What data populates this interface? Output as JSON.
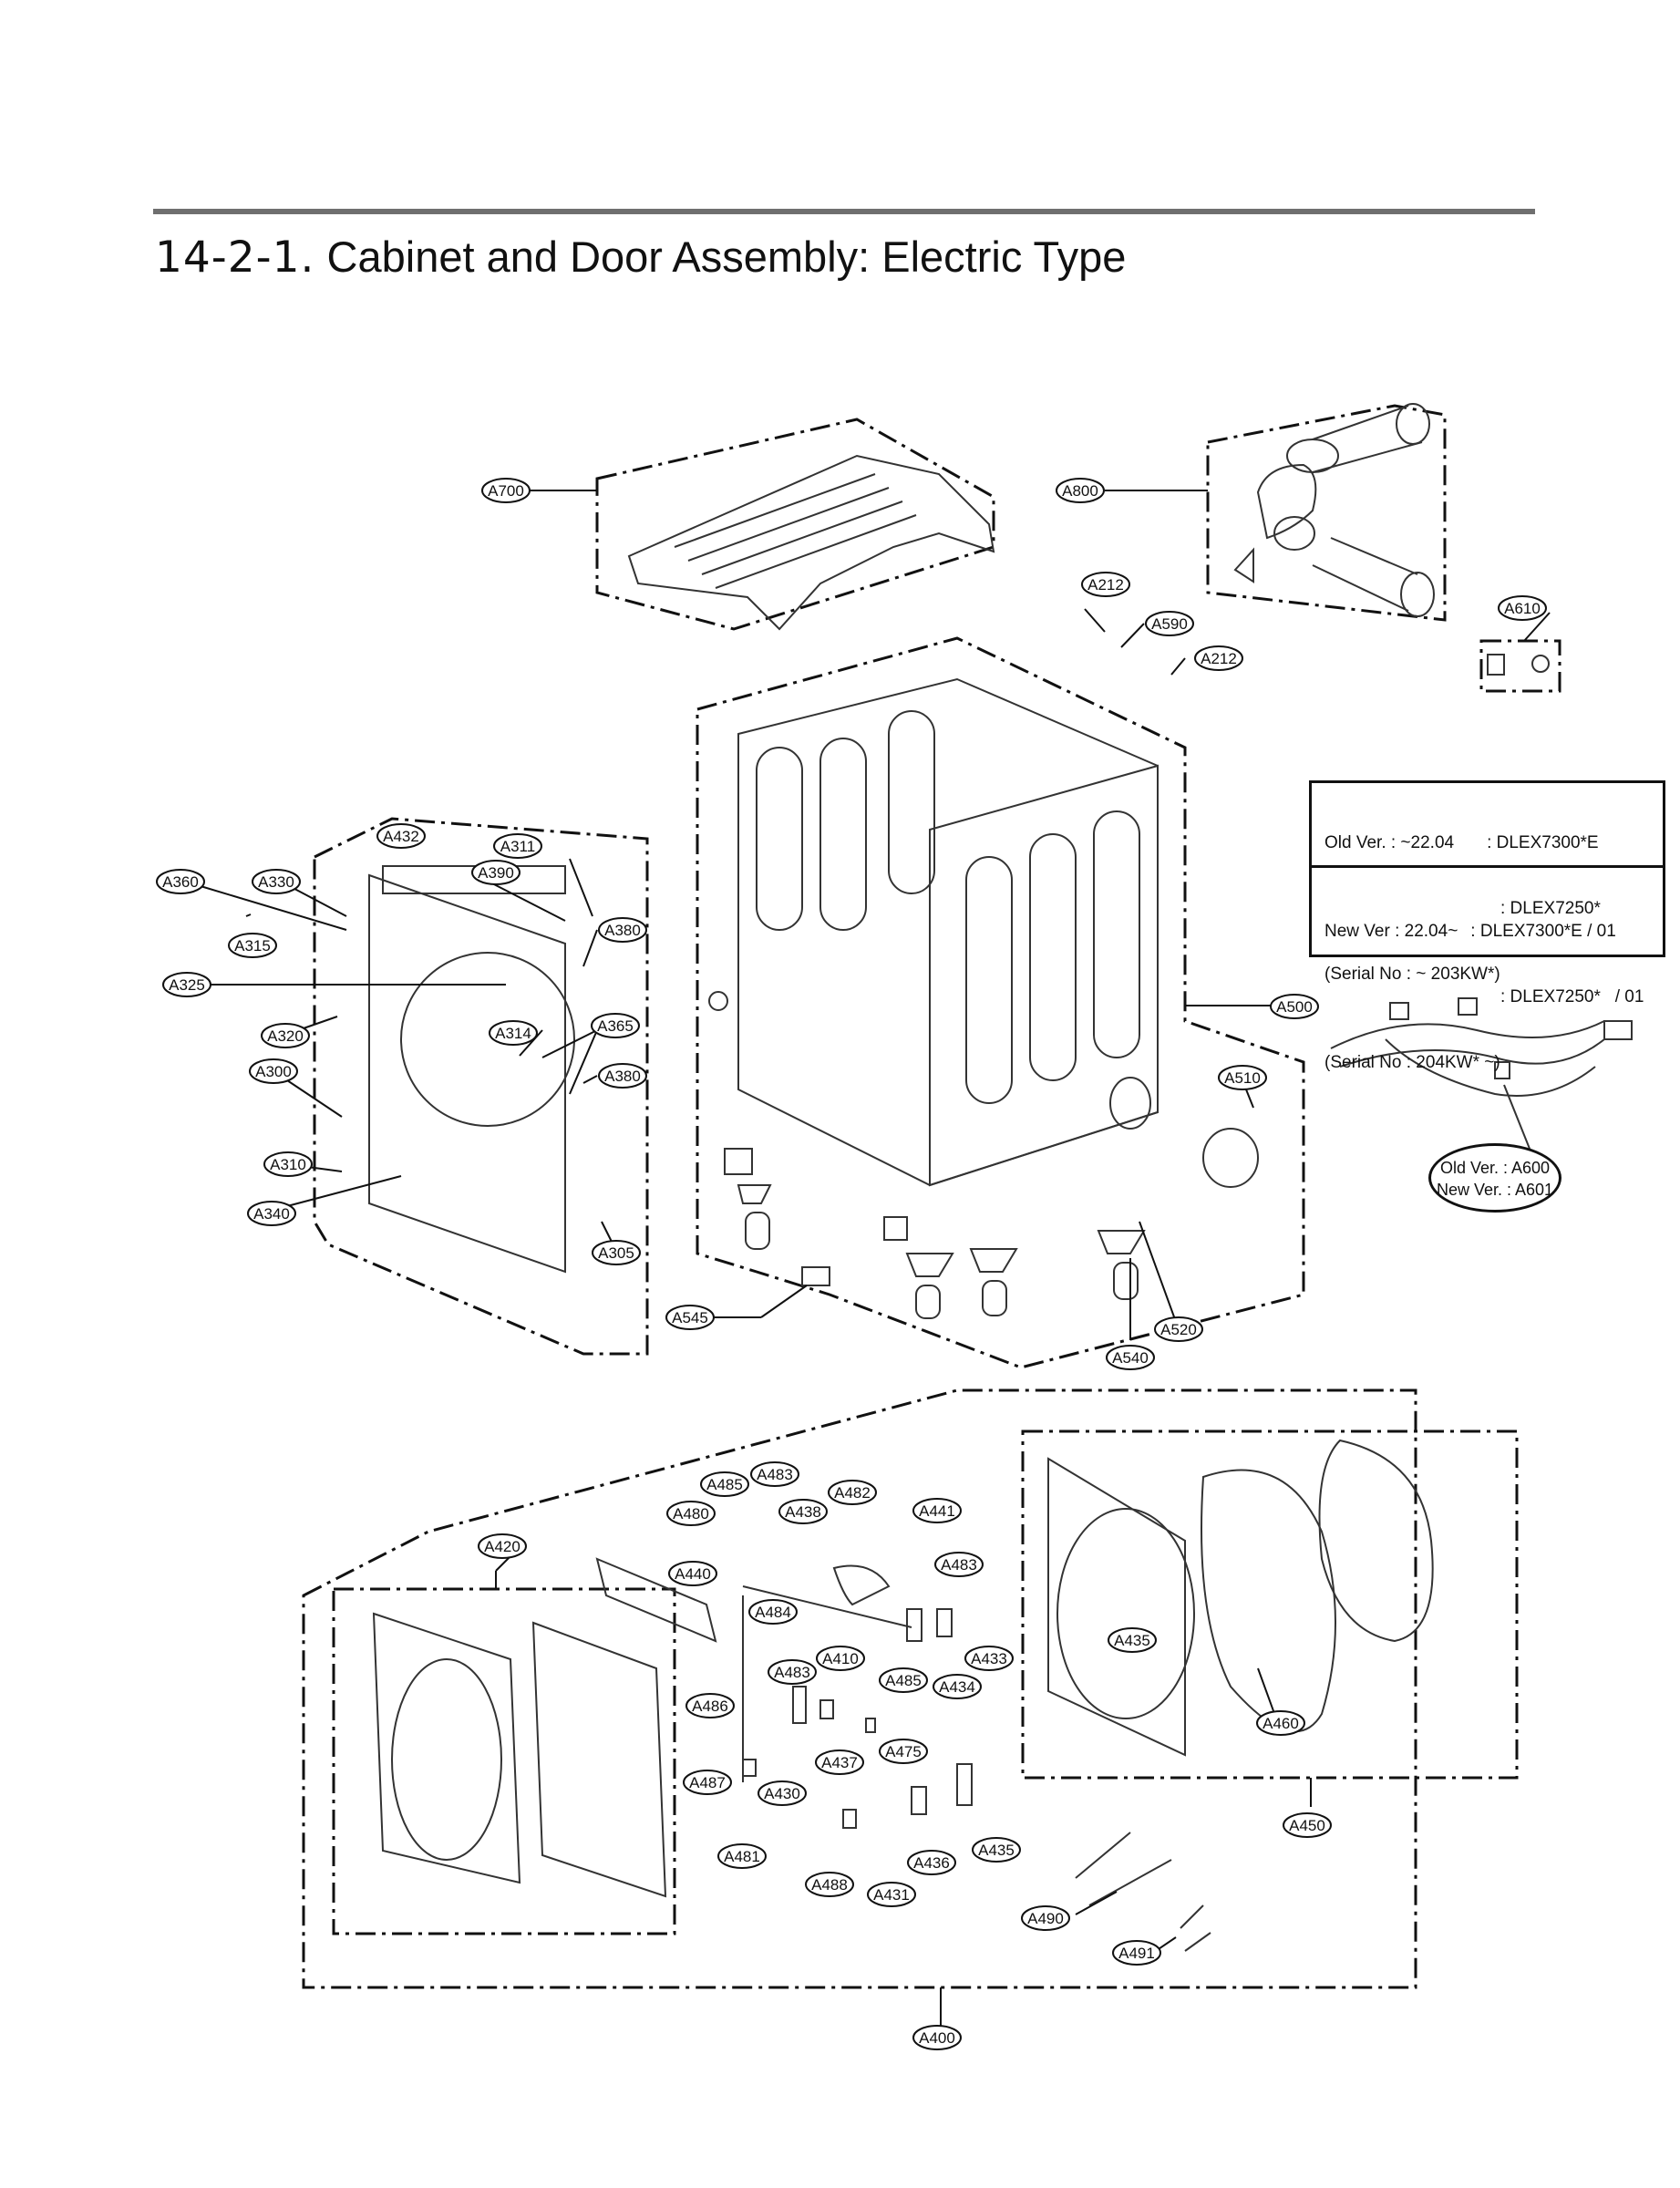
{
  "header": {
    "section_number": "14-2-1.",
    "section_title": "Cabinet and Door Assembly: Electric Type"
  },
  "version_note": {
    "old_line1_label": "Old Ver. : ~22.04",
    "old_line1_model": ": DLEX7300*E",
    "old_line2_model": ": DLEX7250*",
    "old_serial": "(Serial No : ~ 203KW*)",
    "new_line1_label": "New Ver : 22.04~",
    "new_line1_model": ": DLEX7300*E / 01",
    "new_line2_model": ": DLEX7250*   / 01",
    "new_serial": "(Serial No : 204KW* ~)"
  },
  "harness_note": {
    "old": "Old  Ver. : A600",
    "new": "New Ver. : A601"
  },
  "callouts": [
    "A700",
    "A800",
    "A212",
    "A590",
    "A212",
    "A610",
    "A500",
    "A510",
    "A520",
    "A540",
    "A545",
    "A432",
    "A311",
    "A390",
    "A360",
    "A330",
    "A315",
    "A325",
    "A380",
    "A320",
    "A314",
    "A365",
    "A300",
    "A380",
    "A310",
    "A340",
    "A305",
    "A485",
    "A483",
    "A480",
    "A438",
    "A482",
    "A441",
    "A420",
    "A440",
    "A483",
    "A484",
    "A410",
    "A485",
    "A433",
    "A434",
    "A486",
    "A483",
    "A437",
    "A475",
    "A487",
    "A430",
    "A481",
    "A488",
    "A431",
    "A436",
    "A435",
    "A490",
    "A491",
    "A400",
    "A435",
    "A460",
    "A450"
  ]
}
